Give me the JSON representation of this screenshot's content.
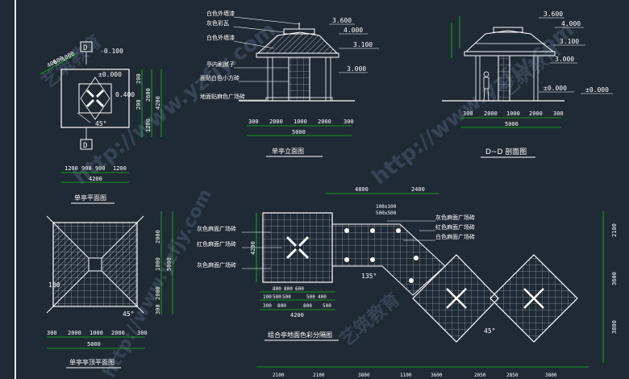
{
  "watermark": {
    "text": "http://www.yzfjy.com",
    "brand": "艺筑教育"
  },
  "plan_single": {
    "title": "单亭平面图",
    "section_mark": "D",
    "elev_top": "-0.100",
    "elev_mid": "±0.000",
    "elev_inner": "0.400",
    "angle": "45°",
    "dims_top": [
      "400",
      "600",
      "1000"
    ],
    "dims_side": [
      "200",
      "2600",
      "1200",
      "200",
      "4200"
    ],
    "dims_bottom": [
      "1200",
      "900",
      "900",
      "1200"
    ],
    "dim_total": "4200"
  },
  "roof_plan": {
    "title": "单亭亭顶平面图",
    "angle": "45°",
    "dim_left": "100",
    "dims_bottom": [
      "300",
      "2000",
      "1000",
      "2000",
      "300"
    ],
    "dim_total": "5000",
    "dims_side": [
      "2000",
      "1000",
      "2000",
      "300",
      "5000"
    ]
  },
  "elevation": {
    "title": "单亭立面图",
    "labels": [
      "白色外墙漆",
      "灰色彩瓦",
      "白色外墙漆",
      "亭内刷腻子",
      "面贴白色小方砖",
      "地面贴麻色广场砖"
    ],
    "elevs": [
      "3.600",
      "4.000",
      "3.100",
      "3.000"
    ],
    "dims_bottom": [
      "300",
      "2000",
      "1000",
      "2000",
      "300"
    ],
    "dim_total": "5000"
  },
  "section": {
    "title": "D~D 剖面图",
    "elevs": [
      "3.600",
      "4.000",
      "3.100",
      "3.000",
      "±0.000",
      "±0.000"
    ],
    "dims_bottom": [
      "300",
      "2000",
      "1000",
      "2000",
      "300"
    ],
    "dim_total": "5000"
  },
  "combo": {
    "title": "组合亭地面色彩分隔图",
    "labels_left": [
      "灰色麻面广场砖",
      "红色麻面广场砖",
      "灰色麻面广场砖"
    ],
    "labels_right": [
      "灰色麻面广场砖",
      "红色麻面广场砖",
      "白色麻面广场砖"
    ],
    "tile_sizes": [
      "100x100",
      "500x500"
    ],
    "dims_top": [
      "4800",
      "2400"
    ],
    "dim_left": "4200",
    "angle_1": "135°",
    "angle_2": "45°",
    "dims_bottom_inner": [
      "100",
      "500",
      "500",
      "800",
      "500",
      "600",
      "400",
      "800"
    ],
    "dims_bottom_row": [
      "300",
      "800",
      "800",
      "500"
    ],
    "dim_total": "4200",
    "dims_far_bottom": [
      "2100",
      "2100",
      "3800",
      "1100",
      "3600",
      "2050",
      "2850",
      "3800"
    ],
    "dims_right": [
      "2100",
      "3600",
      "3800"
    ]
  }
}
